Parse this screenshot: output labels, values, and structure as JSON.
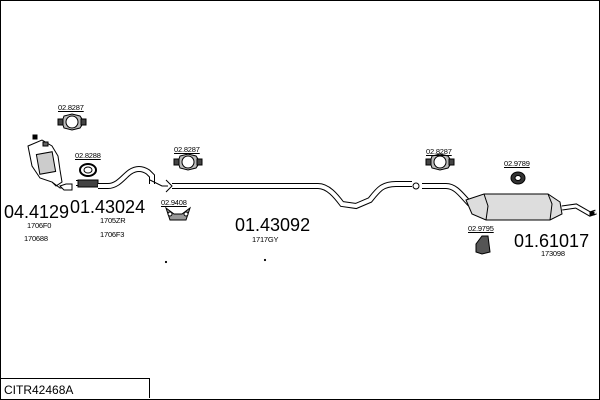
{
  "title_box": {
    "text": "CITR42468A"
  },
  "parts": [
    {
      "number": "04.4129",
      "refs": [
        "1706F0",
        "170688"
      ]
    },
    {
      "number": "01.43024",
      "refs": [
        "1705ZR",
        "1706F3"
      ]
    },
    {
      "number": "01.43092",
      "refs": [
        "1717GY"
      ]
    },
    {
      "number": "01.61017",
      "refs": [
        "173098"
      ]
    }
  ],
  "accessories": {
    "clamp_a": "02.8287",
    "ring_seal": "02.8288",
    "clamp_b": "02.8287",
    "hanger_a": "02.9408",
    "clamp_c": "02.8287",
    "rubber_mount": "02.9789",
    "hanger_b": "02.9795"
  }
}
